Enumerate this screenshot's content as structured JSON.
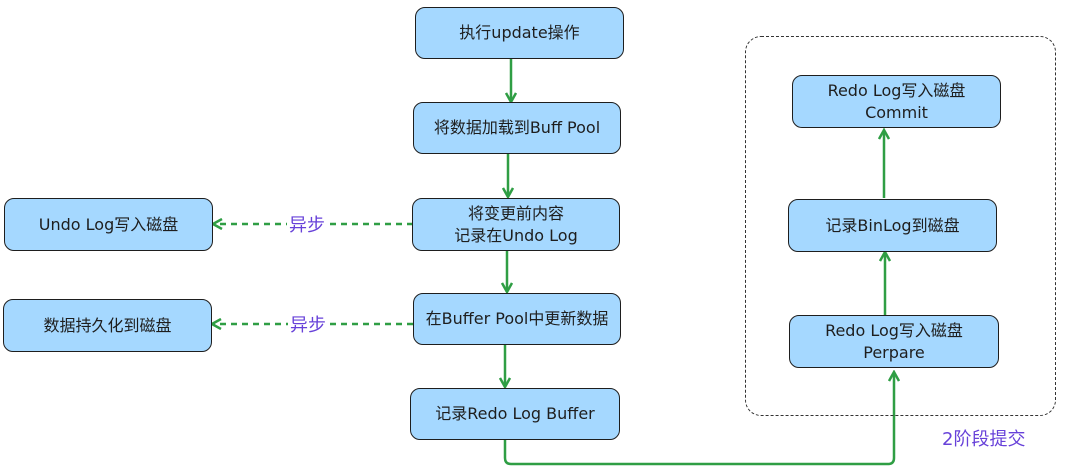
{
  "colors": {
    "node_fill": "#a5d8ff",
    "arrow": "#2f9e44",
    "label": "#6741d9"
  },
  "nodes": {
    "exec_update": "执行update操作",
    "load_buffer": "将数据加载到Buff Pool",
    "undo_record_line1": "将变更前内容",
    "undo_record_line2": "记录在Undo Log",
    "update_buffer": "在Buffer Pool中更新数据",
    "redo_buffer": "记录Redo Log Buffer",
    "undo_disk": "Undo Log写入磁盘",
    "data_persist": "数据持久化到磁盘",
    "redo_prepare_line1": "Redo Log写入磁盘",
    "redo_prepare_line2": "Perpare",
    "binlog_disk": "记录BinLog到磁盘",
    "redo_commit_line1": "Redo Log写入磁盘",
    "redo_commit_line2": "Commit"
  },
  "labels": {
    "async_1": "异步",
    "async_2": "异步",
    "two_phase": "2阶段提交"
  }
}
